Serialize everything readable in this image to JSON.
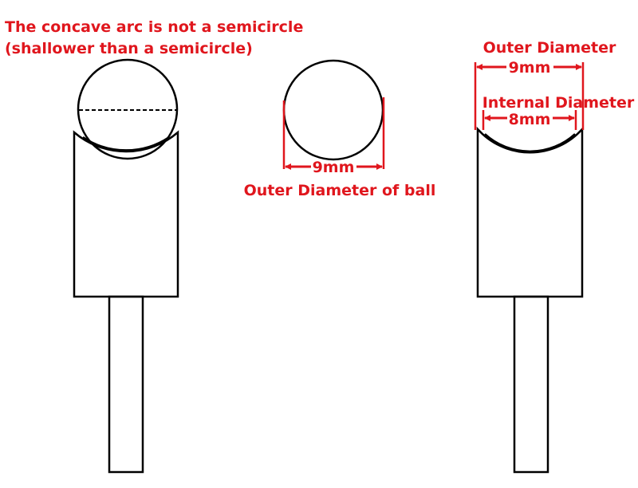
{
  "annotation_color": "#e0161d",
  "line_color": "#000000",
  "left_note": {
    "line1": "The concave arc is not a semicircle",
    "line2": "(shallower than a semicircle)"
  },
  "middle": {
    "dimension": "9mm",
    "caption": "Outer Diameter of ball"
  },
  "right": {
    "outer_label": "Outer Diameter",
    "outer_value": "9mm",
    "inner_label": "Internal Diameter",
    "inner_value": "8mm"
  }
}
